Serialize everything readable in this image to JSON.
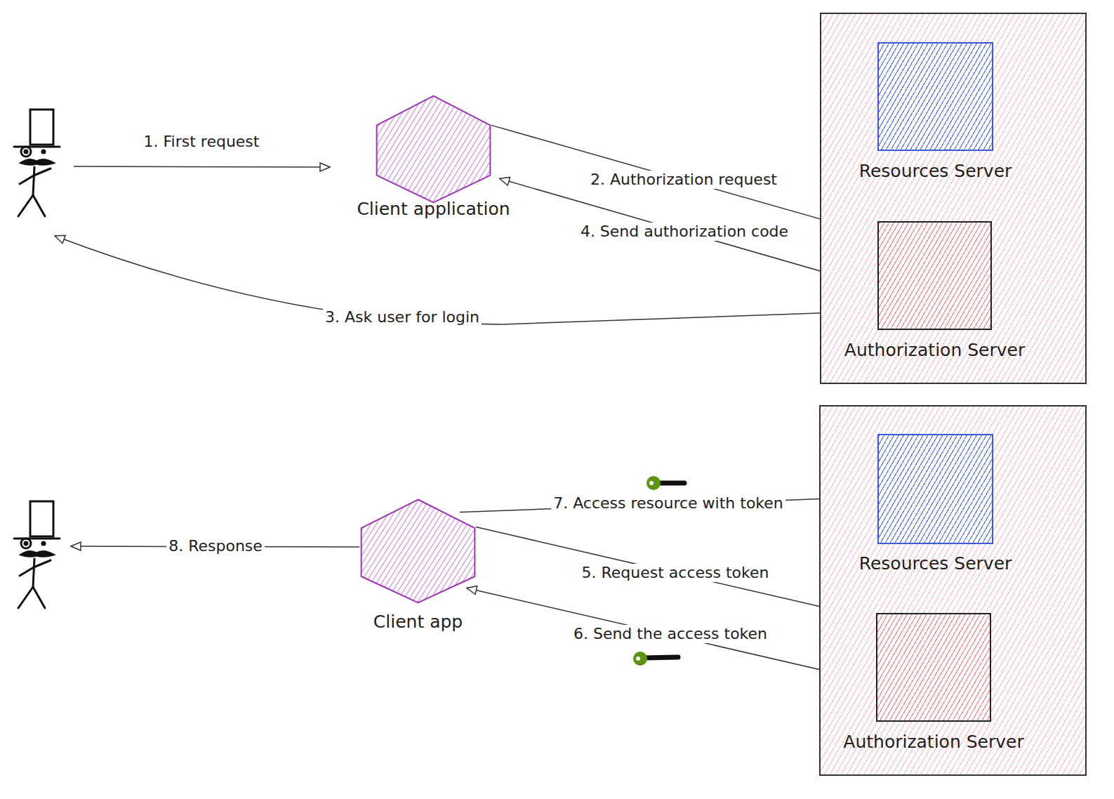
{
  "diagram": {
    "nodes": [
      {
        "text": [
          "Client application"
        ]
      },
      {
        "text": []
      },
      {
        "text": [
          "Resources Server"
        ],
        "in": 1
      },
      {
        "text": [
          "Authorization Server"
        ],
        "in": 1
      },
      {
        "text": [
          "Client app"
        ]
      },
      {
        "text": []
      },
      {
        "text": [
          "Resources Server"
        ],
        "in": 5
      },
      {
        "text": [
          "Authorization Server"
        ],
        "in": 5
      }
    ],
    "edges": [
      {
        "from": 0,
        "to": 3,
        "arrow": "to",
        "label": "2. Authorization request"
      },
      {
        "from": 3,
        "to": 0,
        "arrow": "to",
        "label": "4. Send authorization code"
      },
      {
        "from": 4,
        "to": 7,
        "arrow": "to",
        "label": "5. Request access token"
      },
      {
        "from": 7,
        "to": 4,
        "arrow": "to",
        "label": "6. Send the access token"
      },
      {
        "from": 4,
        "to": 6,
        "arrow": "to",
        "label": "7. Access resource with token"
      }
    ],
    "labels": [
      "1. First request",
      "3. Ask user for login",
      "8. Response"
    ]
  }
}
